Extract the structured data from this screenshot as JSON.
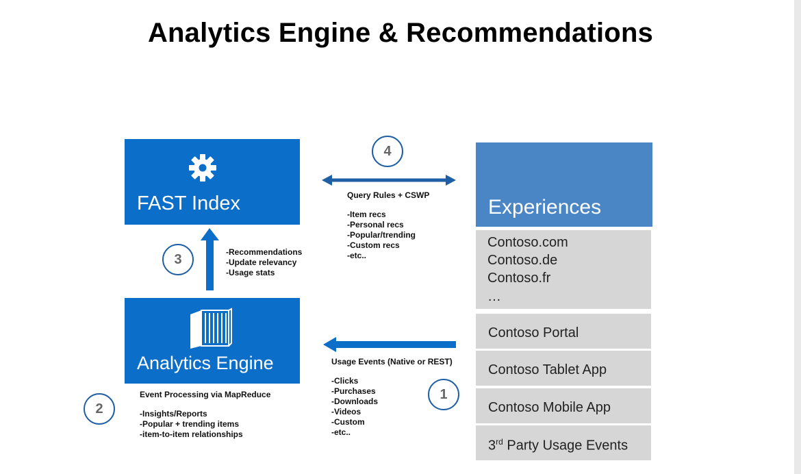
{
  "title": "Analytics Engine & Recommendations",
  "fast_index": {
    "label": "FAST Index",
    "icon": "gear-icon"
  },
  "analytics_engine": {
    "label": "Analytics Engine",
    "icon": "server-icon"
  },
  "experiences": {
    "label": "Experiences"
  },
  "sites": [
    "Contoso.com",
    "Contoso.de",
    "Contoso.fr",
    "…"
  ],
  "clients": {
    "portal": "Contoso Portal",
    "tablet": "Contoso Tablet App",
    "mobile": "Contoso Mobile App",
    "third_party_prefix": "3",
    "third_party_sup": "rd",
    "third_party_suffix": " Party Usage Events"
  },
  "steps": {
    "one": "1",
    "two": "2",
    "three": "3",
    "four": "4"
  },
  "query_rules": {
    "heading": "Query Rules + CSWP",
    "items": [
      "-Item recs",
      "-Personal recs",
      "-Popular/trending",
      "-Custom recs",
      "-etc.."
    ]
  },
  "step3_notes": [
    "-Recommendations",
    "-Update relevancy",
    "-Usage stats"
  ],
  "usage_events": {
    "heading": "Usage Events (Native or REST)",
    "items": [
      "-Clicks",
      "-Purchases",
      "-Downloads",
      "-Videos",
      "-Custom",
      "-etc.."
    ]
  },
  "event_processing": {
    "heading": "Event Processing via MapReduce",
    "items": [
      "-Insights/Reports",
      "-Popular + trending items",
      "-item-to-item relationships"
    ]
  },
  "colors": {
    "primary_blue": "#0b6ec9",
    "experiences_blue": "#4a86c6",
    "grey_box": "#d6d6d6",
    "circle_border": "#1f5fa5"
  }
}
